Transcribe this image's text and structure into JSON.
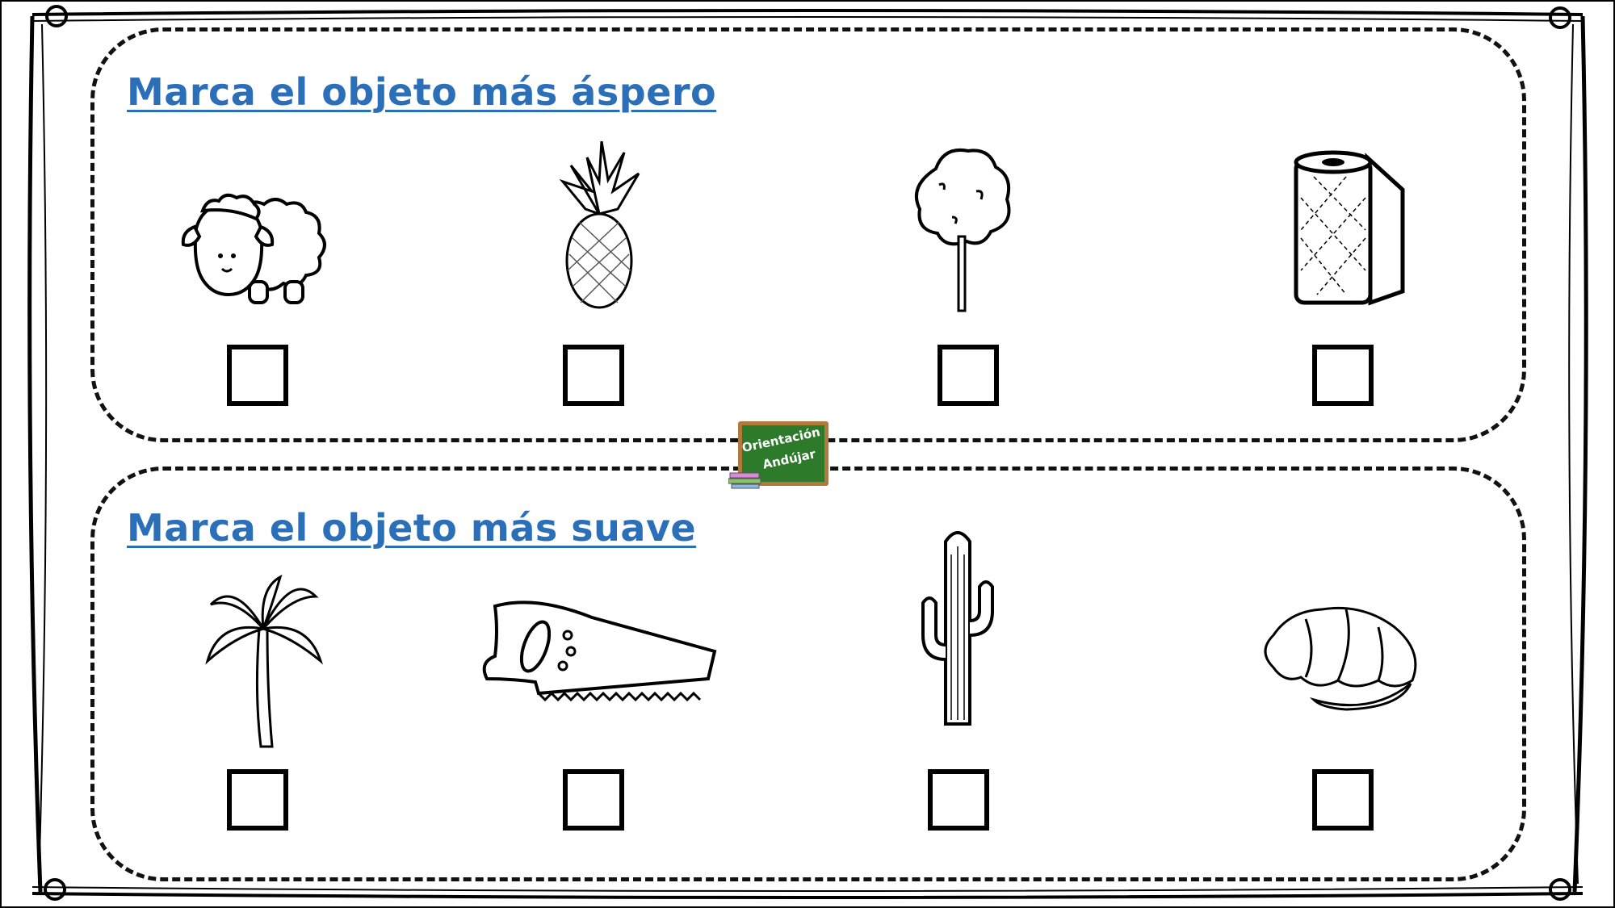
{
  "page": {
    "background": "#ffffff",
    "heading_color": "#2b6fb8"
  },
  "sections": [
    {
      "heading": "Marca el objeto más áspero",
      "items": [
        {
          "icon": "sheep-icon"
        },
        {
          "icon": "pineapple-icon"
        },
        {
          "icon": "cotton-candy-icon"
        },
        {
          "icon": "paper-towel-roll-icon"
        }
      ]
    },
    {
      "heading": "Marca el objeto más suave",
      "items": [
        {
          "icon": "palm-tree-icon"
        },
        {
          "icon": "saw-icon"
        },
        {
          "icon": "cactus-icon"
        },
        {
          "icon": "croissant-icon"
        }
      ]
    }
  ],
  "logo": {
    "line1": "Orientación",
    "line2": "Andújar",
    "board_color": "#2d7a2b",
    "frame_color": "#b07a3c"
  }
}
